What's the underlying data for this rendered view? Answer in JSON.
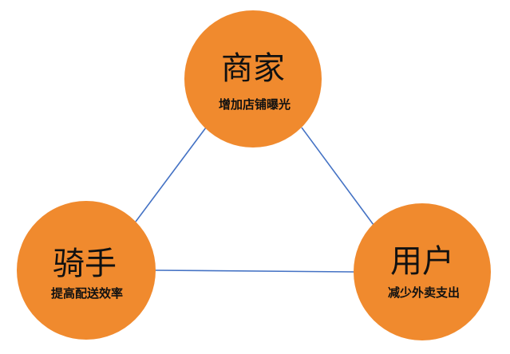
{
  "colors": {
    "node_fill": "#f08a2e",
    "edge": "#4472c4",
    "text": "#111111",
    "background": "#ffffff"
  },
  "nodes": {
    "merchant": {
      "title": "商家",
      "subtitle": "增加店铺曝光"
    },
    "rider": {
      "title": "骑手",
      "subtitle": "提高配送效率"
    },
    "user": {
      "title": "用户",
      "subtitle": "减少外卖支出"
    }
  }
}
